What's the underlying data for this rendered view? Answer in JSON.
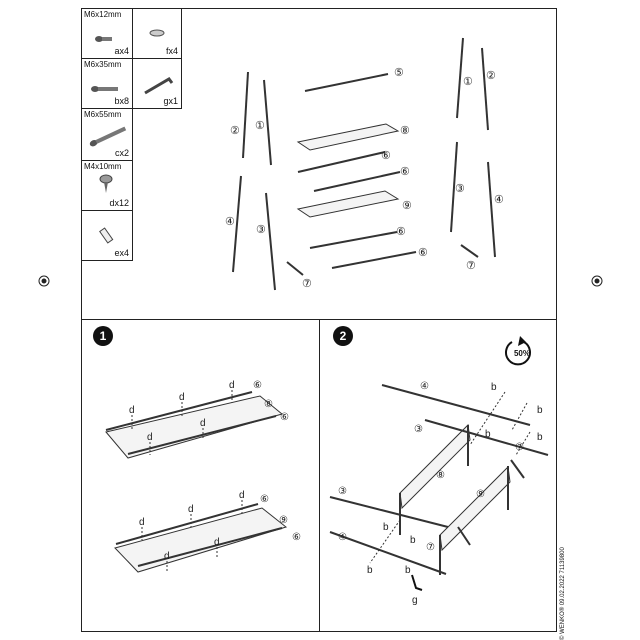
{
  "parts_table": [
    {
      "name": "M6x12mm",
      "qty": "ax4"
    },
    {
      "name": "",
      "qty": "fx4"
    },
    {
      "name": "M6x35mm",
      "qty": "bx8"
    },
    {
      "name": "",
      "qty": "gx1"
    },
    {
      "name": "M6x55mm",
      "qty": "cx2"
    },
    {
      "name": "M4x10mm",
      "qty": "dx12"
    },
    {
      "name": "",
      "qty": "ex4"
    }
  ],
  "overview_labels": {
    "n1": "①",
    "n2": "②",
    "n3": "③",
    "n4": "④",
    "n5": "⑤",
    "n6": "⑥",
    "n7": "⑦",
    "n8": "⑧",
    "n9": "⑨"
  },
  "step1": {
    "number": "1",
    "letter_d": "d",
    "n6": "⑥",
    "n8": "⑧",
    "n9": "⑨"
  },
  "step2": {
    "number": "2",
    "rotate_badge": "50%",
    "letter_b": "b",
    "letter_g": "g",
    "n3": "③",
    "n4": "④",
    "n7": "⑦",
    "n8": "⑧",
    "n9": "⑨"
  },
  "footer": {
    "copyright": "© WENKO® 09.02.2022  71139800"
  }
}
